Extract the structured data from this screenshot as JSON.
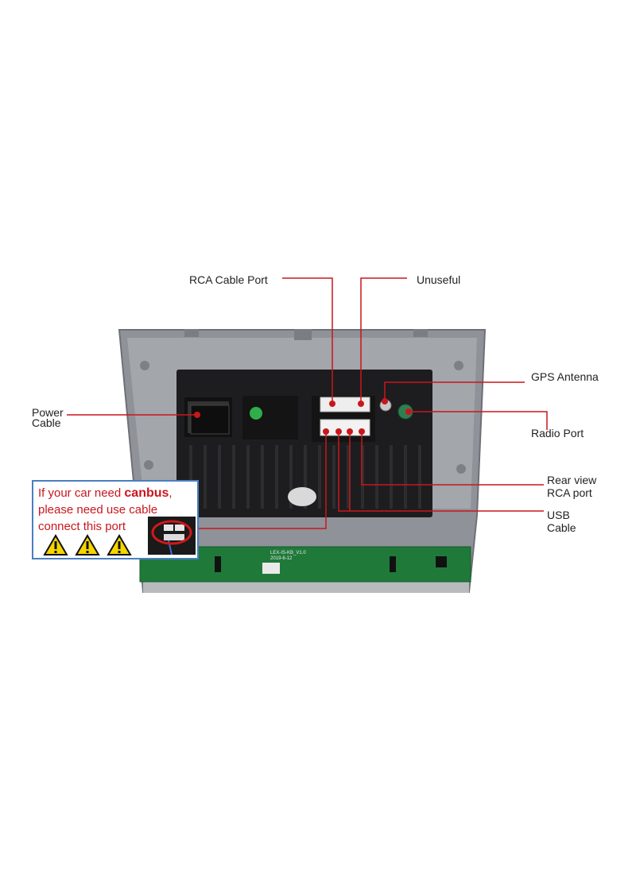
{
  "labels": {
    "rca_cable_port": "RCA Cable Port",
    "unuseful": "Unuseful",
    "gps_antenna": "GPS Antenna",
    "power_cable_line1": "Power",
    "power_cable_line2": "Cable",
    "radio_port": "Radio Port",
    "rear_view_line1": "Rear view",
    "rear_view_line2": "RCA port",
    "usb_line1": "USB",
    "usb_line2": "Cable"
  },
  "callout": {
    "line1_prefix": "If your car need ",
    "line1_bold": "canbus",
    "line1_suffix": ",",
    "line2": "please need use cable",
    "line3": "connect this port",
    "warning_icons": [
      "warning-icon",
      "warning-icon",
      "warning-icon"
    ]
  },
  "board_text": {
    "model": "LEX-IS-KB_V1.0",
    "date": "2019-6-12"
  },
  "colors": {
    "leader_line": "#c8171c",
    "callout_border": "#4a7fc0",
    "chassis": "#8d9096",
    "pcb": "#1f7a3a"
  }
}
